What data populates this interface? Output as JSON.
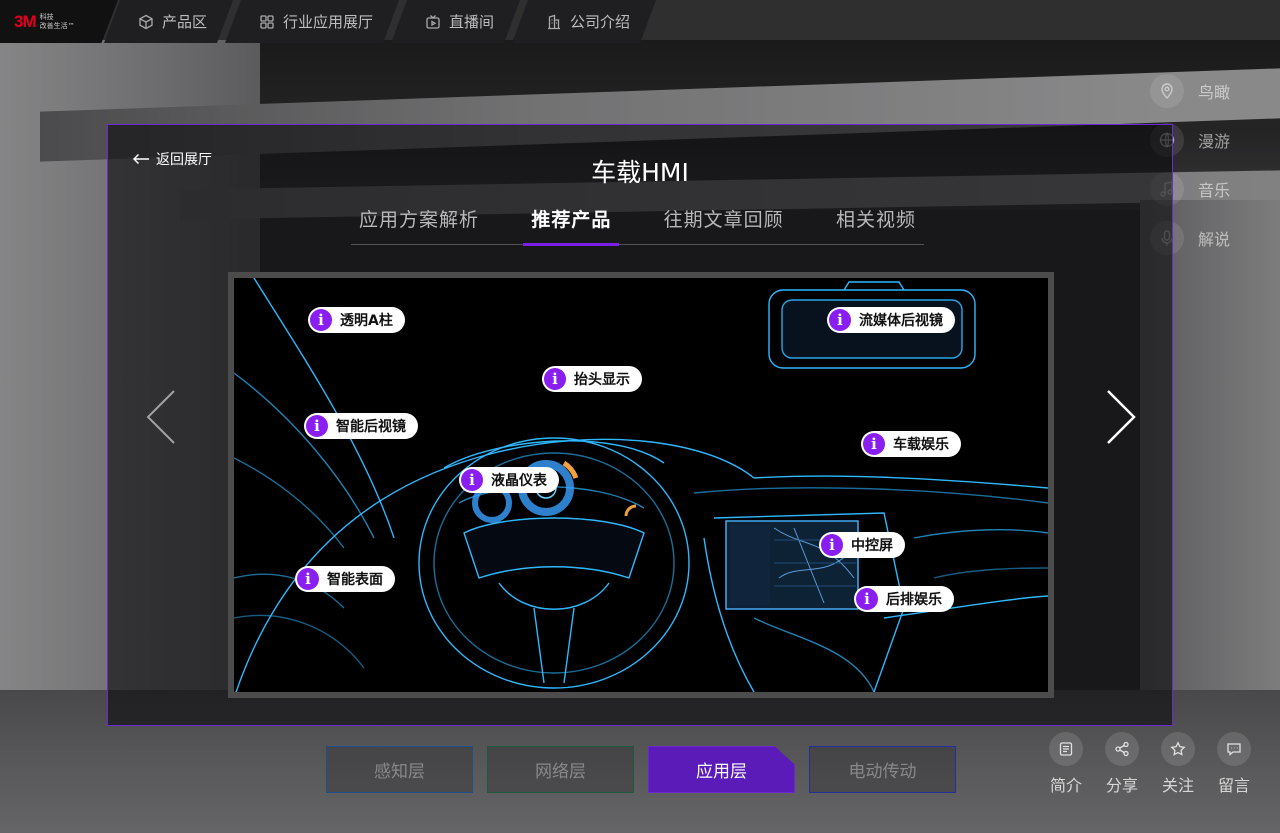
{
  "brand": {
    "logo": "3M",
    "slogan_line1": "科技",
    "slogan_line2": "改善生活™"
  },
  "topnav": [
    {
      "label": "产品区",
      "icon": "cube-icon"
    },
    {
      "label": "行业应用展厅",
      "icon": "grid-icon"
    },
    {
      "label": "直播间",
      "icon": "tv-icon"
    },
    {
      "label": "公司介绍",
      "icon": "building-icon"
    }
  ],
  "side_controls": [
    {
      "label": "鸟瞰",
      "icon": "location-pin-icon"
    },
    {
      "label": "漫游",
      "icon": "globe-icon"
    },
    {
      "label": "音乐",
      "icon": "music-note-icon"
    },
    {
      "label": "解说",
      "icon": "microphone-icon"
    }
  ],
  "panel": {
    "back_label": "返回展厅",
    "title": "车载HMI",
    "tabs": [
      {
        "label": "应用方案解析",
        "active": false
      },
      {
        "label": "推荐产品",
        "active": true
      },
      {
        "label": "往期文章回顾",
        "active": false
      },
      {
        "label": "相关视频",
        "active": false
      }
    ]
  },
  "hotspots": [
    {
      "label": "透明A柱"
    },
    {
      "label": "流媒体后视镜"
    },
    {
      "label": "抬头显示"
    },
    {
      "label": "智能后视镜"
    },
    {
      "label": "车载娱乐"
    },
    {
      "label": "液晶仪表"
    },
    {
      "label": "中控屏"
    },
    {
      "label": "智能表面"
    },
    {
      "label": "后排娱乐"
    }
  ],
  "layers": [
    {
      "label": "感知层",
      "active": false
    },
    {
      "label": "网络层",
      "active": false
    },
    {
      "label": "应用层",
      "active": true
    },
    {
      "label": "电动传动",
      "active": false
    }
  ],
  "actions": [
    {
      "label": "简介",
      "icon": "document-icon"
    },
    {
      "label": "分享",
      "icon": "share-icon"
    },
    {
      "label": "关注",
      "icon": "star-icon"
    },
    {
      "label": "留言",
      "icon": "chat-icon"
    }
  ],
  "colors": {
    "accent": "#7b1fe8",
    "brand_red": "#e4001c",
    "hotspot_icon": "#8a1df0"
  }
}
